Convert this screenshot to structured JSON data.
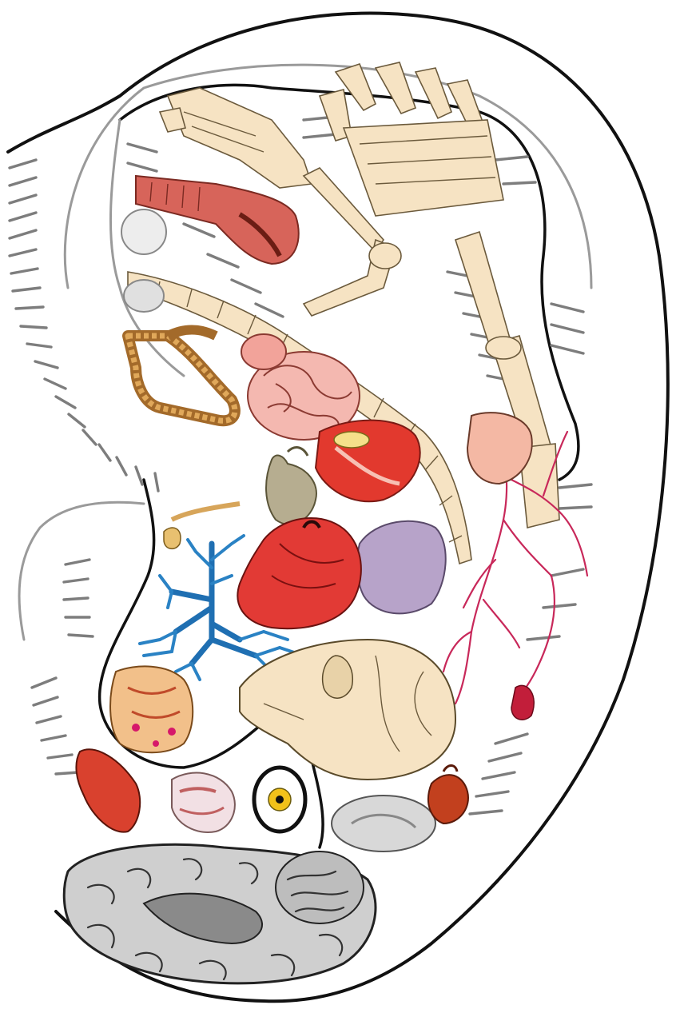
{
  "figure": {
    "kind": "auricular somatotopic map",
    "labels": []
  },
  "regions": [
    {
      "id": "hand",
      "icon": "hand-bones-icon"
    },
    {
      "id": "foot",
      "icon": "foot-bones-icon"
    },
    {
      "id": "leg",
      "icon": "leg-bones-icon"
    },
    {
      "id": "arm",
      "icon": "arm-bones-icon"
    },
    {
      "id": "spine",
      "icon": "spine-icon"
    },
    {
      "id": "urethra",
      "icon": "urethra-icon"
    },
    {
      "id": "bladder",
      "icon": "bladder-icon"
    },
    {
      "id": "colon",
      "icon": "colon-icon"
    },
    {
      "id": "small-intestine",
      "icon": "small-intestine-icon"
    },
    {
      "id": "stomach",
      "icon": "stomach-icon"
    },
    {
      "id": "liver",
      "icon": "liver-icon"
    },
    {
      "id": "spleen",
      "icon": "spleen-icon"
    },
    {
      "id": "heart",
      "icon": "heart-icon"
    },
    {
      "id": "lungs",
      "icon": "bronchial-tree-icon"
    },
    {
      "id": "larynx",
      "icon": "larynx-icon"
    },
    {
      "id": "vascular-network",
      "icon": "blood-vessels-icon"
    },
    {
      "id": "skull",
      "icon": "skull-icon"
    },
    {
      "id": "mouth",
      "icon": "lips-icon"
    },
    {
      "id": "teeth",
      "icon": "teeth-icon"
    },
    {
      "id": "eye",
      "icon": "eye-icon"
    },
    {
      "id": "inner-ear",
      "icon": "inner-ear-icon"
    },
    {
      "id": "external-ear",
      "icon": "external-ear-icon"
    },
    {
      "id": "brain",
      "icon": "brain-icon"
    }
  ],
  "colors": {
    "bone": "#f6e3c3",
    "organ_red": "#e2392e",
    "vessel": "#c8285a",
    "lung": "#1f6fb2",
    "spleen": "#b7a3c9",
    "brain": "#c9c9c9",
    "outline": "#111111",
    "hatch": "#7d7d7d"
  }
}
